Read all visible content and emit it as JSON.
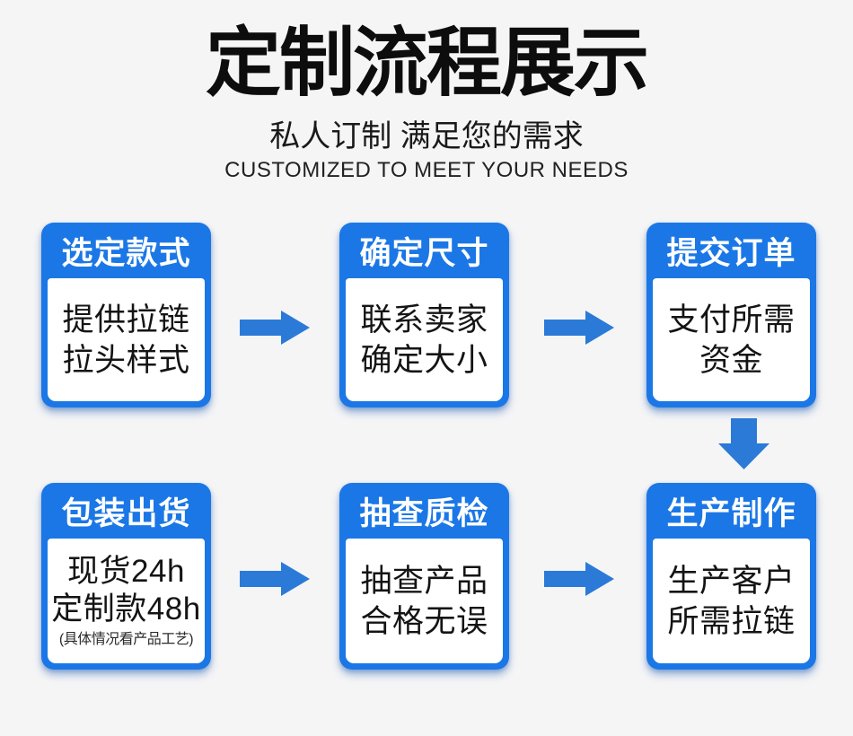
{
  "page": {
    "background": "#f5f5f6",
    "card_blue": "#1b77e6",
    "arrow_blue": "#2b7ad8",
    "header_text_color": "#ffffff",
    "body_text_color": "#141414"
  },
  "header": {
    "title": "定制流程展示",
    "subtitle": "私人订制 满足您的需求",
    "subtitle_en": "CUSTOMIZED TO MEET YOUR NEEDS"
  },
  "steps": [
    {
      "title": "选定款式",
      "lines": [
        "提供拉链",
        "拉头样式"
      ]
    },
    {
      "title": "确定尺寸",
      "lines": [
        "联系卖家",
        "确定大小"
      ]
    },
    {
      "title": "提交订单",
      "lines": [
        "支付所需",
        "资金"
      ]
    },
    {
      "title": "包装出货",
      "lines": [
        "现货24h",
        "定制款48h"
      ],
      "note": "(具体情况看产品工艺)"
    },
    {
      "title": "抽查质检",
      "lines": [
        "抽查产品",
        "合格无误"
      ]
    },
    {
      "title": "生产制作",
      "lines": [
        "生产客户",
        "所需拉链"
      ]
    }
  ],
  "arrows": {
    "right_arrow_count": 4,
    "down_arrow_count": 1
  }
}
